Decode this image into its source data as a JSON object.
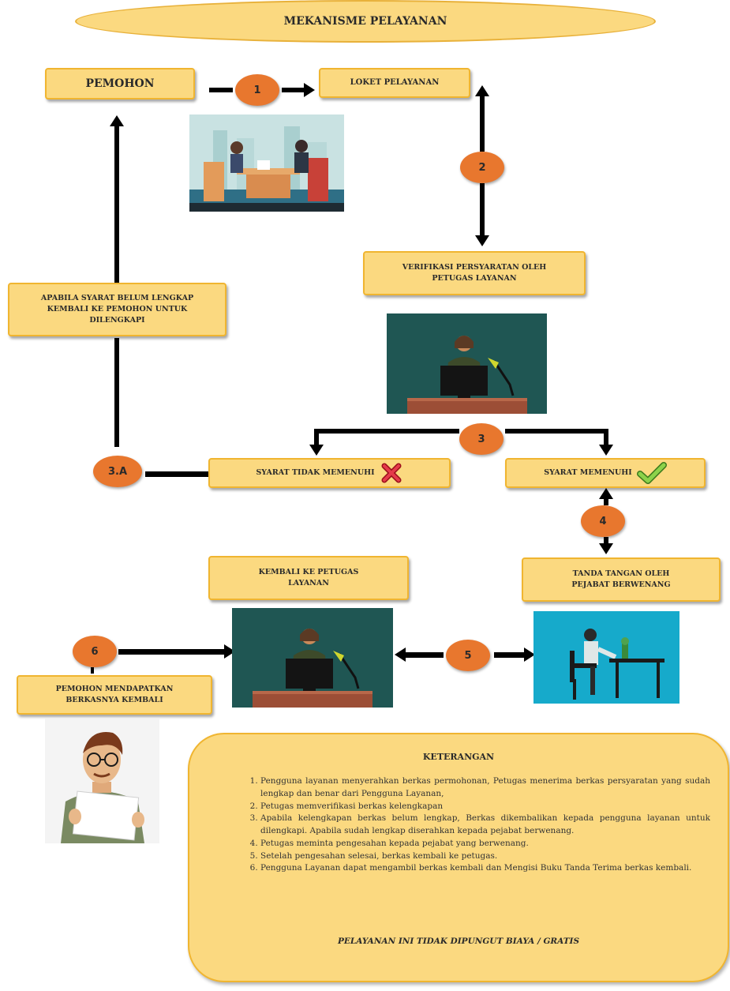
{
  "title": "MEKANISME PELAYANAN",
  "boxes": {
    "pemohon": "PEMOHON",
    "loket": "LOKET PELAYANAN",
    "verifikasi": "VERIFIKASI PERSYARATAN OLEH PETUGAS LAYANAN",
    "apabila": "APABILA SYARAT BELUM LENGKAP KEMBALI KE PEMOHON UNTUK DILENGKAPI",
    "tidak_memenuhi": "SYARAT TIDAK MEMENUHI",
    "memenuhi": "SYARAT MEMENUHI",
    "kembali_petugas": "KEMBALI KE PETUGAS LAYANAN",
    "tanda_tangan": "TANDA TANGAN OLEH PEJABAT BERWENANG",
    "mendapatkan": "PEMOHON MENDAPATKAN BERKASNYA KEMBALI"
  },
  "badges": {
    "b1": "1",
    "b2": "2",
    "b3": "3",
    "b3a": "3.A",
    "b4": "4",
    "b5": "5",
    "b6": "6"
  },
  "keterangan": {
    "title": "KETERANGAN",
    "items": [
      "Pengguna layanan menyerahkan berkas permohonan, Petugas menerima berkas persyaratan yang sudah lengkap dan benar dari Pengguna Layanan,",
      "Petugas memverifikasi berkas kelengkapan",
      "Apabila kelengkapan berkas belum lengkap, Berkas dikembalikan kepada pengguna layanan untuk dilengkapi. Apabila sudah lengkap diserahkan kepada pejabat berwenang.",
      "Petugas meminta pengesahan kepada pejabat yang berwenang.",
      "Setelah pengesahan selesai, berkas kembali ke petugas.",
      "Pengguna Layanan dapat mengambil berkas kembali dan Mengisi Buku Tanda Terima berkas kembali."
    ],
    "footer": "PELAYANAN INI TIDAK DIPUNGUT BIAYA / GRATIS"
  },
  "colors": {
    "box_fill": "#fbd980",
    "box_border": "#f0b530",
    "badge": "#e8772e",
    "arrow": "#000000",
    "teal_bg": "#1f5653",
    "cyan_bg": "#16aacb"
  }
}
